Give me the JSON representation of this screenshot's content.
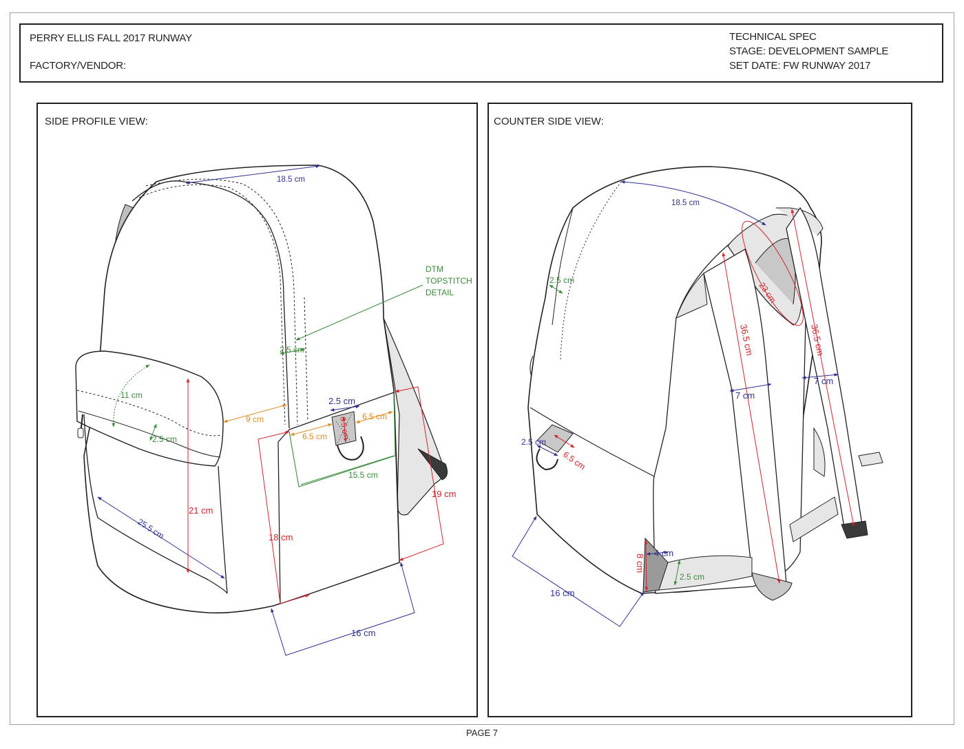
{
  "header": {
    "collection": "PERRY ELLIS FALL 2017 RUNWAY",
    "factory_vendor": "FACTORY/VENDOR:",
    "doc_type": "TECHNICAL SPEC",
    "stage": "STAGE: DEVELOPMENT SAMPLE",
    "set_date": "SET DATE: FW RUNWAY 2017"
  },
  "side_view": {
    "title": "SIDE PROFILE VIEW:",
    "callout": [
      "DTM",
      "TOPSTITCH",
      "DETAIL"
    ],
    "dims": {
      "top_width": "18.5 cm",
      "zip_tape": "2.5 cm",
      "pocket_flap": "11 cm",
      "flap_stitch": "2.5 cm",
      "pocket_gap": "9 cm",
      "loop_width": "2.5 cm",
      "loop_offset_right": "6.5 cm",
      "loop_offset_left": "6.5 cm",
      "loop_height": "6.5 cm",
      "panel_width": "15.5 cm",
      "pocket_height": "21 cm",
      "pocket_diag": "25.5 cm",
      "front_height": "18 cm",
      "side_height": "19 cm",
      "depth": "16 cm"
    }
  },
  "counter_view": {
    "title": "COUNTER SIDE VIEW:",
    "dims": {
      "top_width": "18.5 cm",
      "zip_tape": "2.5 cm",
      "handle": "23 cm",
      "strap_left_len": "36.5 cm",
      "strap_right_len": "36.5 cm",
      "strap_left_w": "7 cm",
      "strap_right_w": "7 cm",
      "loop_width": "2.5 cm",
      "loop_len": "6.5 cm",
      "corner_w": "4 cm",
      "corner_h": "8 cm",
      "webbing": "2.5 cm",
      "depth": "16 cm"
    }
  },
  "colors": {
    "blue": "#2e3192",
    "red": "#d2232a",
    "green": "#3a8b3a",
    "orange": "#e08a1e",
    "gray": "#c8c8c8"
  },
  "footer": {
    "page": "PAGE 7"
  }
}
